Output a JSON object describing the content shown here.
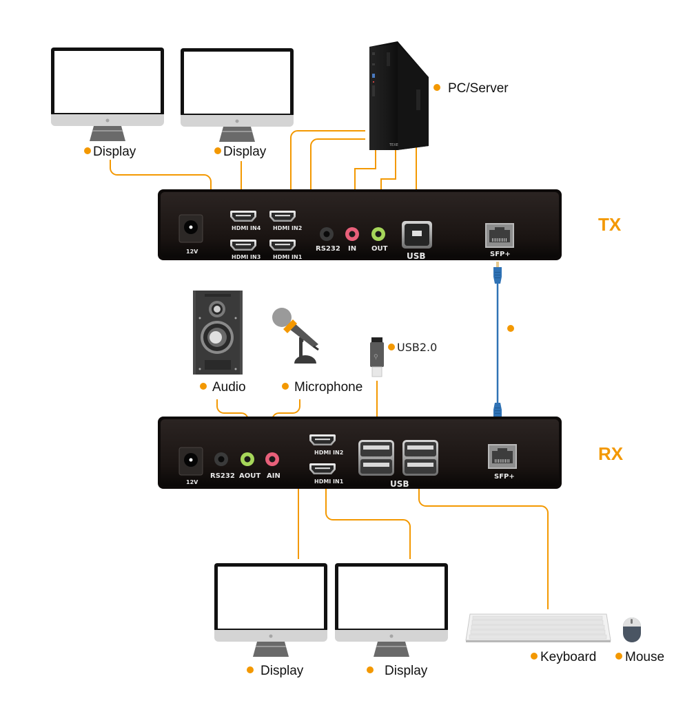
{
  "colors": {
    "accent": "#f39800",
    "device_body": "#1c1614",
    "cable": "#2f72b5",
    "jack_pink": "#e8607a",
    "jack_green": "#a6d65a"
  },
  "labels": {
    "pc_server": "PC/Server",
    "tx_display_1": "Display",
    "tx_display_2": "Display",
    "audio": "Audio",
    "microphone": "Microphone",
    "usb2": "USB2.0",
    "rx_display_1": "Display",
    "rx_display_2": "Display",
    "keyboard": "Keyboard",
    "mouse": "Mouse",
    "cable": ""
  },
  "tx": {
    "tag": "TX",
    "ports": {
      "power": "12V",
      "hdmi_in4": "HDMI IN4",
      "hdmi_in3": "HDMI IN3",
      "hdmi_in2": "HDMI IN2",
      "hdmi_in1": "HDMI IN1",
      "rs232": "RS232",
      "audio_in": "IN",
      "audio_out": "OUT",
      "usb": "USB",
      "sfp": "SFP+"
    }
  },
  "rx": {
    "tag": "RX",
    "ports": {
      "power": "12V",
      "rs232": "RS232",
      "aout": "AOUT",
      "ain": "AIN",
      "hdmi_in2": "HDMI IN2",
      "hdmi_in1": "HDMI IN1",
      "usb": "USB",
      "sfp": "SFP+"
    }
  }
}
